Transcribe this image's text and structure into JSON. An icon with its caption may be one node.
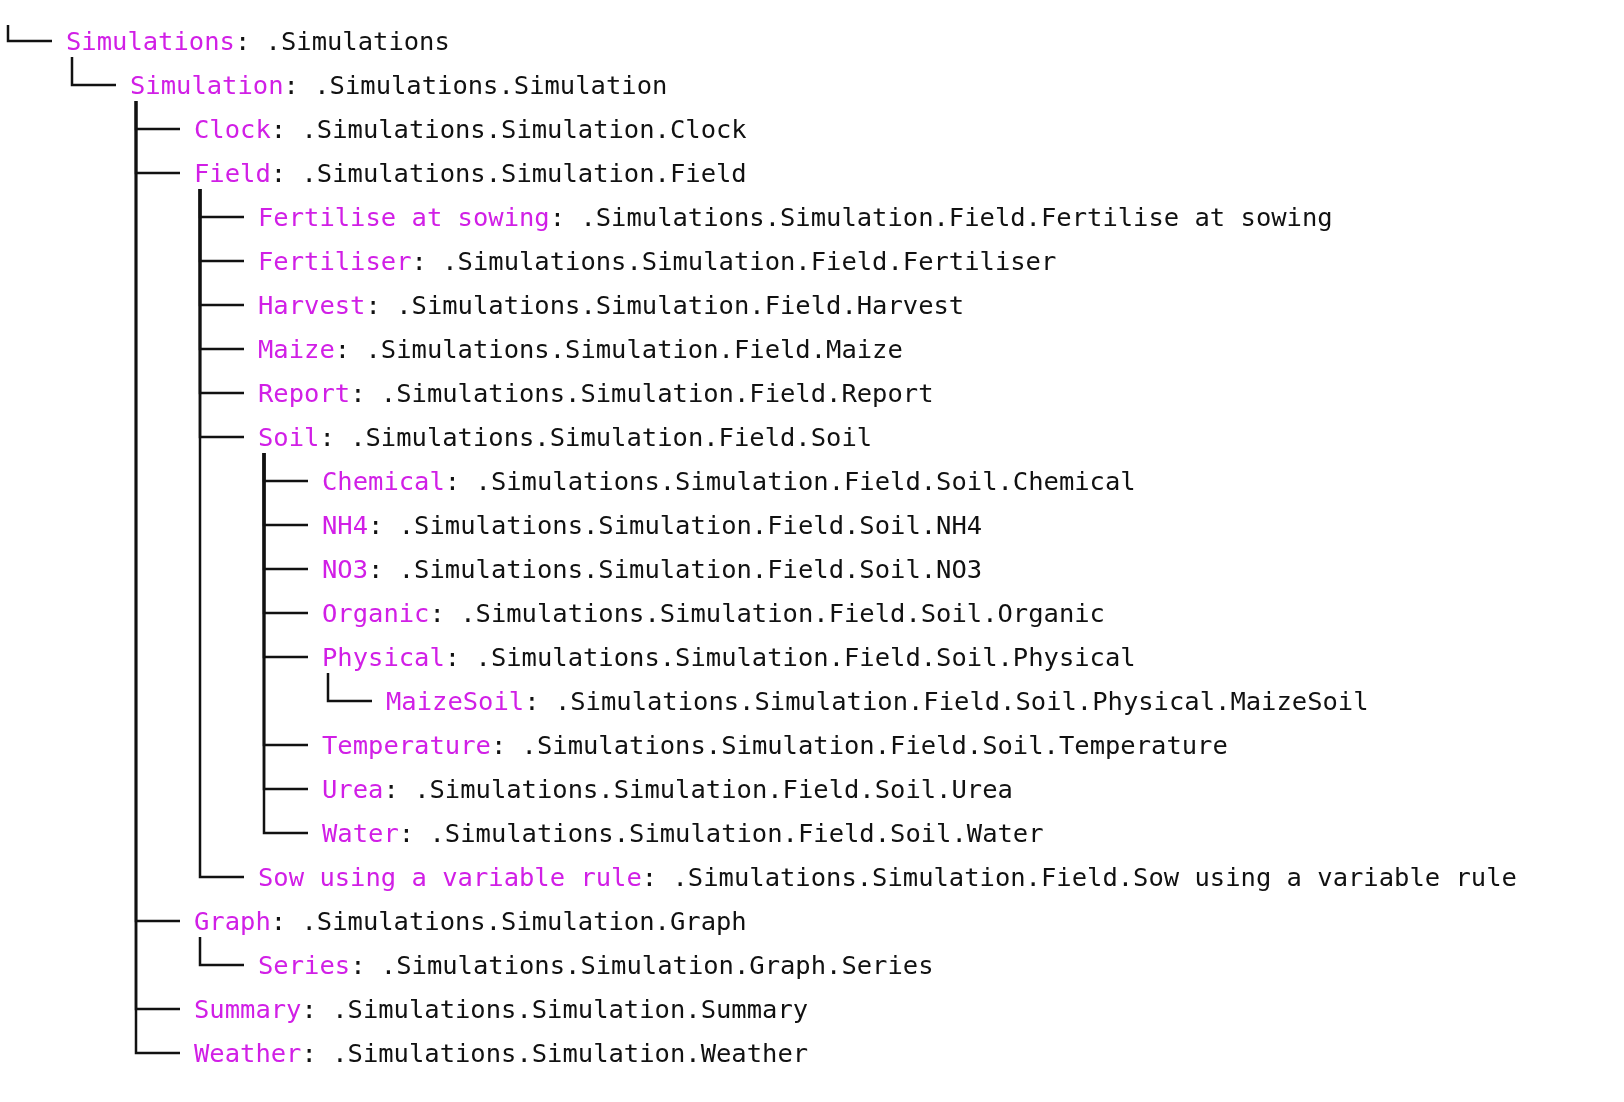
{
  "diagram": {
    "nodes": [
      {
        "text": [
          "Simulations",
          ": .Simulations"
        ]
      },
      {
        "text": [
          "Simulation",
          ": .Simulations.Simulation"
        ]
      },
      {
        "text": [
          "Clock",
          ": .Simulations.Simulation.Clock"
        ]
      },
      {
        "text": [
          "Field",
          ": .Simulations.Simulation.Field"
        ]
      },
      {
        "text": [
          "Fertilise at sowing",
          ": .Simulations.Simulation.Field.Fertilise at sowing"
        ]
      },
      {
        "text": [
          "Fertiliser",
          ": .Simulations.Simulation.Field.Fertiliser"
        ]
      },
      {
        "text": [
          "Harvest",
          ": .Simulations.Simulation.Field.Harvest"
        ]
      },
      {
        "text": [
          "Maize",
          ": .Simulations.Simulation.Field.Maize"
        ]
      },
      {
        "text": [
          "Report",
          ": .Simulations.Simulation.Field.Report"
        ]
      },
      {
        "text": [
          "Soil",
          ": .Simulations.Simulation.Field.Soil"
        ]
      },
      {
        "text": [
          "Chemical",
          ": .Simulations.Simulation.Field.Soil.Chemical"
        ]
      },
      {
        "text": [
          "NH4",
          ": .Simulations.Simulation.Field.Soil.NH4"
        ]
      },
      {
        "text": [
          "NO3",
          ": .Simulations.Simulation.Field.Soil.NO3"
        ]
      },
      {
        "text": [
          "Organic",
          ": .Simulations.Simulation.Field.Soil.Organic"
        ]
      },
      {
        "text": [
          "Physical",
          ": .Simulations.Simulation.Field.Soil.Physical"
        ]
      },
      {
        "text": [
          "MaizeSoil",
          ": .Simulations.Simulation.Field.Soil.Physical.MaizeSoil"
        ]
      },
      {
        "text": [
          "Temperature",
          ": .Simulations.Simulation.Field.Soil.Temperature"
        ]
      },
      {
        "text": [
          "Urea",
          ": .Simulations.Simulation.Field.Soil.Urea"
        ]
      },
      {
        "text": [
          "Water",
          ": .Simulations.Simulation.Field.Soil.Water"
        ]
      },
      {
        "text": [
          "Sow using a variable rule",
          ": .Simulations.Simulation.Field.Sow using a variable rule"
        ]
      },
      {
        "text": [
          "Graph",
          ": .Simulations.Simulation.Graph"
        ]
      },
      {
        "text": [
          "Series",
          ": .Simulations.Simulation.Graph.Series"
        ]
      },
      {
        "text": [
          "Summary",
          ": .Simulations.Simulation.Summary"
        ]
      },
      {
        "text": [
          "Weather",
          ": .Simulations.Simulation.Weather"
        ]
      }
    ],
    "edges": [
      {
        "from": null,
        "to": 0,
        "arrow": "none"
      },
      {
        "from": 0,
        "to": 1,
        "arrow": "none"
      },
      {
        "from": 1,
        "to": 2,
        "arrow": "none"
      },
      {
        "from": 1,
        "to": 3,
        "arrow": "none"
      },
      {
        "from": 3,
        "to": 4,
        "arrow": "none"
      },
      {
        "from": 3,
        "to": 5,
        "arrow": "none"
      },
      {
        "from": 3,
        "to": 6,
        "arrow": "none"
      },
      {
        "from": 3,
        "to": 7,
        "arrow": "none"
      },
      {
        "from": 3,
        "to": 8,
        "arrow": "none"
      },
      {
        "from": 3,
        "to": 9,
        "arrow": "none"
      },
      {
        "from": 9,
        "to": 10,
        "arrow": "none"
      },
      {
        "from": 9,
        "to": 11,
        "arrow": "none"
      },
      {
        "from": 9,
        "to": 12,
        "arrow": "none"
      },
      {
        "from": 9,
        "to": 13,
        "arrow": "none"
      },
      {
        "from": 9,
        "to": 14,
        "arrow": "none"
      },
      {
        "from": 14,
        "to": 15,
        "arrow": "none"
      },
      {
        "from": 9,
        "to": 16,
        "arrow": "none"
      },
      {
        "from": 9,
        "to": 17,
        "arrow": "none"
      },
      {
        "from": 9,
        "to": 18,
        "arrow": "none"
      },
      {
        "from": 3,
        "to": 19,
        "arrow": "none"
      },
      {
        "from": 1,
        "to": 20,
        "arrow": "none"
      },
      {
        "from": 20,
        "to": 21,
        "arrow": "none"
      },
      {
        "from": 1,
        "to": 22,
        "arrow": "none"
      },
      {
        "from": 1,
        "to": 23,
        "arrow": "none"
      }
    ]
  }
}
